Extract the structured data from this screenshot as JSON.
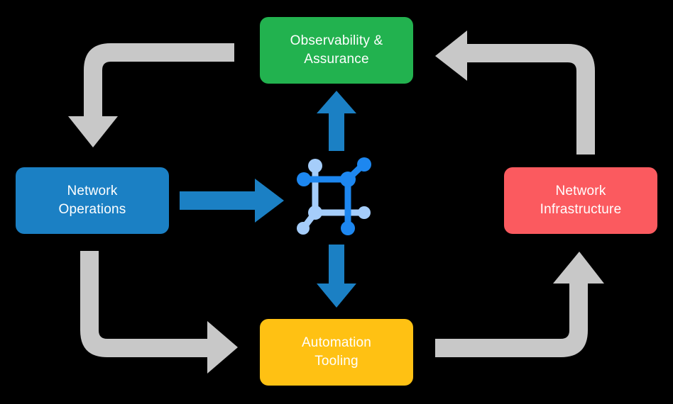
{
  "diagram": {
    "title": "Network operations lifecycle loop",
    "background_color": "#000000",
    "nodes": [
      {
        "id": "observability",
        "label": "Observability &\nAssurance",
        "color": "#22b24f",
        "text_color": "#ffffff",
        "position": "top"
      },
      {
        "id": "network-operations",
        "label": "Network\nOperations",
        "color": "#1b80c4",
        "text_color": "#ffffff",
        "position": "left"
      },
      {
        "id": "network-infrastructure",
        "label": "Network\nInfrastructure",
        "color": "#fb5a5f",
        "text_color": "#ffffff",
        "position": "right"
      },
      {
        "id": "automation-tooling",
        "label": "Automation\nTooling",
        "color": "#ffc113",
        "text_color": "#ffffff",
        "position": "bottom"
      }
    ],
    "center": {
      "id": "network-mesh-icon",
      "icon": "network-mesh-icon",
      "colors": {
        "dark_blue": "#1d87f0",
        "light_blue": "#a5cdfa"
      }
    },
    "connectors": {
      "accent_color": "#1b80c4",
      "loop_color": "#c8c8c8",
      "blue_arrows": [
        {
          "id": "ops-to-center",
          "from": "network-operations",
          "to": "network-mesh-icon",
          "direction": "right"
        },
        {
          "id": "center-to-observability",
          "from": "network-mesh-icon",
          "to": "observability",
          "direction": "up"
        },
        {
          "id": "center-to-automation",
          "from": "network-mesh-icon",
          "to": "automation-tooling",
          "direction": "down"
        }
      ],
      "gray_arrows": [
        {
          "id": "observability-to-ops",
          "from": "observability",
          "to": "network-operations",
          "direction": "down"
        },
        {
          "id": "ops-to-automation",
          "from": "network-operations",
          "to": "automation-tooling",
          "direction": "right"
        },
        {
          "id": "automation-to-infrastructure",
          "from": "automation-tooling",
          "to": "network-infrastructure",
          "direction": "up"
        },
        {
          "id": "infrastructure-to-observability",
          "from": "network-infrastructure",
          "to": "observability",
          "direction": "left"
        }
      ]
    }
  }
}
